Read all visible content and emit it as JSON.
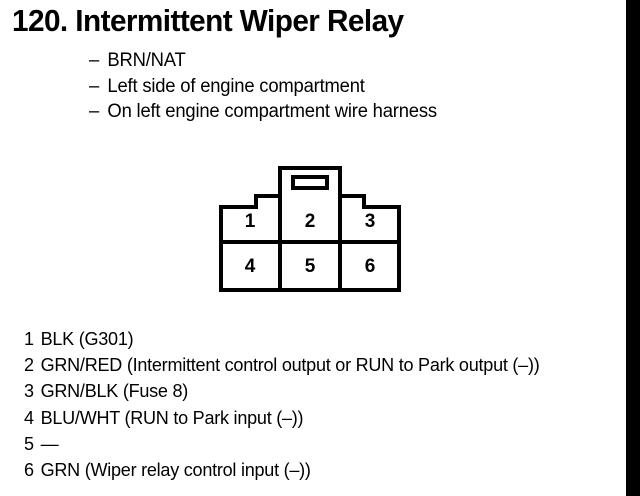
{
  "document": {
    "title": "120. Intermittent Wiper Relay",
    "description_items": [
      {
        "dash": "–",
        "text": "BRN/NAT"
      },
      {
        "dash": "–",
        "text": "Left side of engine compartment"
      },
      {
        "dash": "–",
        "text": "On left engine compartment wire harness"
      }
    ]
  },
  "connector": {
    "name": "6-pin relay connector",
    "pin_count": 6,
    "rows": 2,
    "columns": 3,
    "pins": [
      {
        "number": "1",
        "row": 1,
        "column": 1
      },
      {
        "number": "2",
        "row": 1,
        "column": 2
      },
      {
        "number": "3",
        "row": 1,
        "column": 3
      },
      {
        "number": "4",
        "row": 2,
        "column": 1
      },
      {
        "number": "5",
        "row": 2,
        "column": 2
      },
      {
        "number": "6",
        "row": 2,
        "column": 3
      }
    ]
  },
  "legend": {
    "entries": [
      {
        "number": "1",
        "description": "BLK (G301)"
      },
      {
        "number": "2",
        "description": "GRN/RED (Intermittent control output or RUN to Park output (–))"
      },
      {
        "number": "3",
        "description": "GRN/BLK (Fuse 8)"
      },
      {
        "number": "4",
        "description": "BLU/WHT (RUN to Park input (–))"
      },
      {
        "number": "5",
        "description": "—"
      },
      {
        "number": "6",
        "description": "GRN (Wiper relay control input (–))"
      }
    ]
  },
  "colors": {
    "ink": "#000000",
    "paper": "#ffffff"
  }
}
